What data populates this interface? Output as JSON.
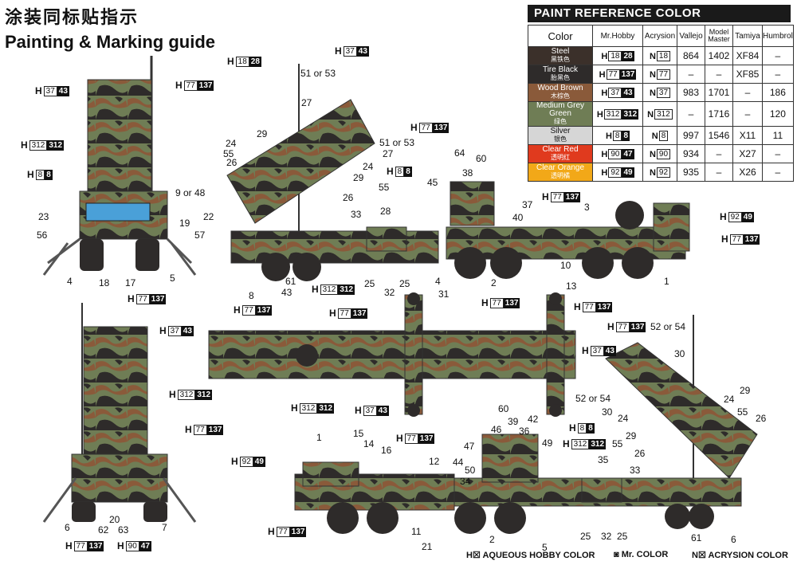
{
  "title_cn": "涂装同标贴指示",
  "title_en": "Painting & Marking guide",
  "reference": {
    "heading": "PAINT REFERENCE COLOR",
    "columns": [
      "Color",
      "Mr.Hobby",
      "Acrysion",
      "Vallejo",
      "Model Master",
      "Tamiya",
      "Humbrol"
    ],
    "rows": [
      {
        "name": "Steel",
        "cn": "黑铁色",
        "swatch": "#3b302a",
        "h_a": "18",
        "h_b": "28",
        "n": "18",
        "vallejo": "864",
        "mm": "1402",
        "tamiya": "XF84",
        "humbrol": "–"
      },
      {
        "name": "Tire Black",
        "cn": "胎黑色",
        "swatch": "#2e2b2a",
        "h_a": "77",
        "h_b": "137",
        "n": "77",
        "vallejo": "–",
        "mm": "–",
        "tamiya": "XF85",
        "humbrol": "–"
      },
      {
        "name": "Wood Brown",
        "cn": "木棕色",
        "swatch": "#8a5a3a",
        "h_a": "37",
        "h_b": "43",
        "n": "37",
        "vallejo": "983",
        "mm": "1701",
        "tamiya": "–",
        "humbrol": "186"
      },
      {
        "name": "Medium Grey Green",
        "cn": "绿色",
        "swatch": "#6f7d55",
        "h_a": "312",
        "h_b": "312",
        "n": "312",
        "vallejo": "–",
        "mm": "1716",
        "tamiya": "–",
        "humbrol": "120"
      },
      {
        "name": "Silver",
        "cn": "银色",
        "swatch": "#d6d6d6",
        "h_a": "8",
        "h_b": "8",
        "n": "8",
        "vallejo": "997",
        "mm": "1546",
        "tamiya": "X11",
        "humbrol": "11"
      },
      {
        "name": "Clear Red",
        "cn": "透明红",
        "swatch": "#e03a1e",
        "h_a": "90",
        "h_b": "47",
        "n": "90",
        "vallejo": "934",
        "mm": "–",
        "tamiya": "X27",
        "humbrol": "–"
      },
      {
        "name": "Clear Orange",
        "cn": "透明橘",
        "swatch": "#f2a818",
        "h_a": "92",
        "h_b": "49",
        "n": "92",
        "vallejo": "935",
        "mm": "–",
        "tamiya": "X26",
        "humbrol": "–"
      }
    ]
  },
  "legend": {
    "h": "H",
    "aqueous": "AQUEOUS HOBBY COLOR",
    "mr": "Mr. COLOR",
    "n": "N",
    "acrysion": "ACRYSION COLOR"
  },
  "callouts": [
    {
      "t": "9 or 48"
    },
    {
      "t": "23"
    },
    {
      "t": "19"
    },
    {
      "t": "22"
    },
    {
      "t": "56"
    },
    {
      "t": "57"
    },
    {
      "t": "4"
    },
    {
      "t": "18"
    },
    {
      "t": "17"
    },
    {
      "t": "5"
    },
    {
      "t": "51 or 53"
    },
    {
      "t": "27"
    },
    {
      "t": "29"
    },
    {
      "t": "24"
    },
    {
      "t": "55"
    },
    {
      "t": "26"
    },
    {
      "t": "51 or 53"
    },
    {
      "t": "27"
    },
    {
      "t": "24"
    },
    {
      "t": "29"
    },
    {
      "t": "55"
    },
    {
      "t": "26"
    },
    {
      "t": "33"
    },
    {
      "t": "8"
    },
    {
      "t": "61"
    },
    {
      "t": "43"
    },
    {
      "t": "28"
    },
    {
      "t": "25"
    },
    {
      "t": "32"
    },
    {
      "t": "25"
    },
    {
      "t": "45"
    },
    {
      "t": "64"
    },
    {
      "t": "60"
    },
    {
      "t": "38"
    },
    {
      "t": "37"
    },
    {
      "t": "40"
    },
    {
      "t": "4"
    },
    {
      "t": "31"
    },
    {
      "t": "2"
    },
    {
      "t": "3"
    },
    {
      "t": "10"
    },
    {
      "t": "13"
    },
    {
      "t": "1"
    },
    {
      "t": "6"
    },
    {
      "t": "62"
    },
    {
      "t": "20"
    },
    {
      "t": "63"
    },
    {
      "t": "7"
    },
    {
      "t": "52 or 54"
    },
    {
      "t": "30"
    },
    {
      "t": "29"
    },
    {
      "t": "24"
    },
    {
      "t": "52 or 54"
    },
    {
      "t": "30"
    },
    {
      "t": "24"
    },
    {
      "t": "55"
    },
    {
      "t": "26"
    },
    {
      "t": "29"
    },
    {
      "t": "55"
    },
    {
      "t": "26"
    },
    {
      "t": "33"
    },
    {
      "t": "35"
    },
    {
      "t": "1"
    },
    {
      "t": "15"
    },
    {
      "t": "14"
    },
    {
      "t": "16"
    },
    {
      "t": "12"
    },
    {
      "t": "11"
    },
    {
      "t": "21"
    },
    {
      "t": "60"
    },
    {
      "t": "46"
    },
    {
      "t": "39"
    },
    {
      "t": "42"
    },
    {
      "t": "36"
    },
    {
      "t": "47"
    },
    {
      "t": "49"
    },
    {
      "t": "44"
    },
    {
      "t": "50"
    },
    {
      "t": "34"
    },
    {
      "t": "2"
    },
    {
      "t": "5"
    },
    {
      "t": "25"
    },
    {
      "t": "32"
    },
    {
      "t": "25"
    },
    {
      "t": "61"
    },
    {
      "t": "6"
    }
  ],
  "tags": [
    {
      "a": "37",
      "b": "43"
    },
    {
      "a": "77",
      "b": "137"
    },
    {
      "a": "312",
      "b": "312"
    },
    {
      "a": "8",
      "b": "8"
    },
    {
      "a": "77",
      "b": "137"
    },
    {
      "a": "18",
      "b": "28"
    },
    {
      "a": "37",
      "b": "43"
    },
    {
      "a": "77",
      "b": "137"
    },
    {
      "a": "8",
      "b": "8"
    },
    {
      "a": "312",
      "b": "312"
    },
    {
      "a": "77",
      "b": "137"
    },
    {
      "a": "92",
      "b": "49"
    },
    {
      "a": "77",
      "b": "137"
    },
    {
      "a": "77",
      "b": "137"
    },
    {
      "a": "37",
      "b": "43"
    },
    {
      "a": "312",
      "b": "312"
    },
    {
      "a": "77",
      "b": "137"
    },
    {
      "a": "77",
      "b": "137"
    },
    {
      "a": "90",
      "b": "47"
    },
    {
      "a": "77",
      "b": "137"
    },
    {
      "a": "77",
      "b": "137"
    },
    {
      "a": "77",
      "b": "137"
    },
    {
      "a": "312",
      "b": "312"
    },
    {
      "a": "37",
      "b": "43"
    },
    {
      "a": "77",
      "b": "137"
    },
    {
      "a": "37",
      "b": "43"
    },
    {
      "a": "8",
      "b": "8"
    },
    {
      "a": "312",
      "b": "312"
    },
    {
      "a": "92",
      "b": "49"
    },
    {
      "a": "77",
      "b": "137"
    },
    {
      "a": "77",
      "b": "137"
    }
  ],
  "h_letter": "H"
}
